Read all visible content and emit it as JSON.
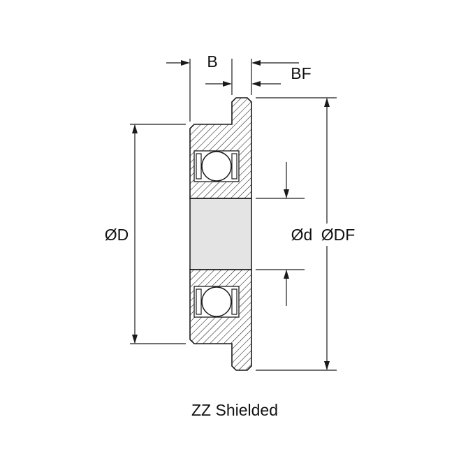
{
  "diagram": {
    "type": "flanged-ball-bearing-cross-section",
    "caption": "ZZ Shielded",
    "labels": {
      "width": "B",
      "flange_width": "BF",
      "outer_diameter": "ØD",
      "bore_diameter": "Ød",
      "flange_diameter": "ØDF"
    },
    "colors": {
      "line": "#1a1a1a",
      "bore_fill": "#e4e4e4",
      "background": "#ffffff"
    }
  }
}
